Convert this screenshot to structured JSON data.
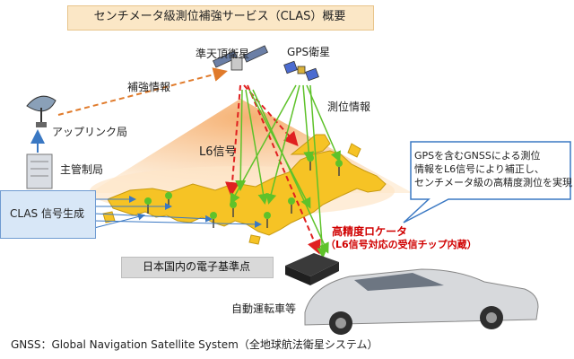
{
  "title": "センチメータ級測位補強サービス（CLAS）概要",
  "labels": {
    "qzss": "準天頂衛星",
    "gps": "GPS衛星",
    "augmentation_info": "補強情報",
    "positioning_info": "測位情報",
    "uplink_station": "アップリンク局",
    "control_station": "主管制局",
    "l6_signal": "L6信号",
    "clas_generation": "CLAS 信号生成",
    "reference_points": "日本国内の電子基準点",
    "autonomous_vehicles": "自動運転車等"
  },
  "callout": {
    "lines": [
      "GPSを含むGNSSによる測位",
      "情報をL6信号により補正し、",
      "センチメータ級の高精度測位を実現"
    ]
  },
  "locator": {
    "title": "高精度ロケータ",
    "subtitle": "（L6信号対応の受信チップ内蔵）"
  },
  "footer": "GNSS：Global Navigation Satellite System（全地球航法衛星システム）",
  "colors": {
    "title_bg": "#fbe7c6",
    "augmentation_arrow": "#e07a2a",
    "l6_arrow": "#e02020",
    "gps_arrow": "#5ec22a",
    "japan_fill": "#f6c325",
    "beam_fill": "#f7c98f",
    "clas_box": "#d8e7f7",
    "locator_text": "#d00000"
  }
}
